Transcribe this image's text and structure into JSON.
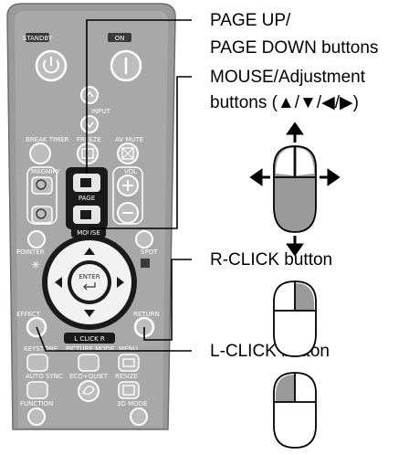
{
  "remote": {
    "standby_label": "STANDBY",
    "on_label": "ON",
    "input_label": "INPUT",
    "break_timer_label": "BREAK TIMER",
    "freeze_label": "FREEZE",
    "av_mute_label": "AV MUTE",
    "magnify_label": "MAGNIFY",
    "page_label": "PAGE",
    "vol_label": "VOL",
    "mouse_label": "MOUSE",
    "pointer_label": "POINTER",
    "spot_label": "SPOT",
    "enter_label": "ENTER",
    "effect_label": "EFFECT",
    "return_label": "RETURN",
    "lrclick_label": "L CLICK R",
    "keystone_label": "KEYSTONE",
    "picture_mode_label": "PICTURE MODE",
    "menu_label": "MENU",
    "auto_sync_label": "AUTO SYNC",
    "eco_quiet_label": "ECO+QUIET",
    "resize_label": "RESIZE",
    "function_label": "FUNCTION",
    "mode_3d_label": "3D MODE"
  },
  "callouts": {
    "page_up_line1": "PAGE UP/",
    "page_up_line2": "PAGE DOWN buttons",
    "mouse_line1": "MOUSE/Adjustment",
    "mouse_line2": "buttons (▲/▼/◀/▶)",
    "rclick": "R-CLICK button",
    "lclick": "L-CLICK button"
  },
  "colors": {
    "remote_body": "#9a9a9a",
    "remote_dark": "#1a1a1a",
    "callout_line": "#000000",
    "mouse_highlight": "#9a9a9a"
  }
}
